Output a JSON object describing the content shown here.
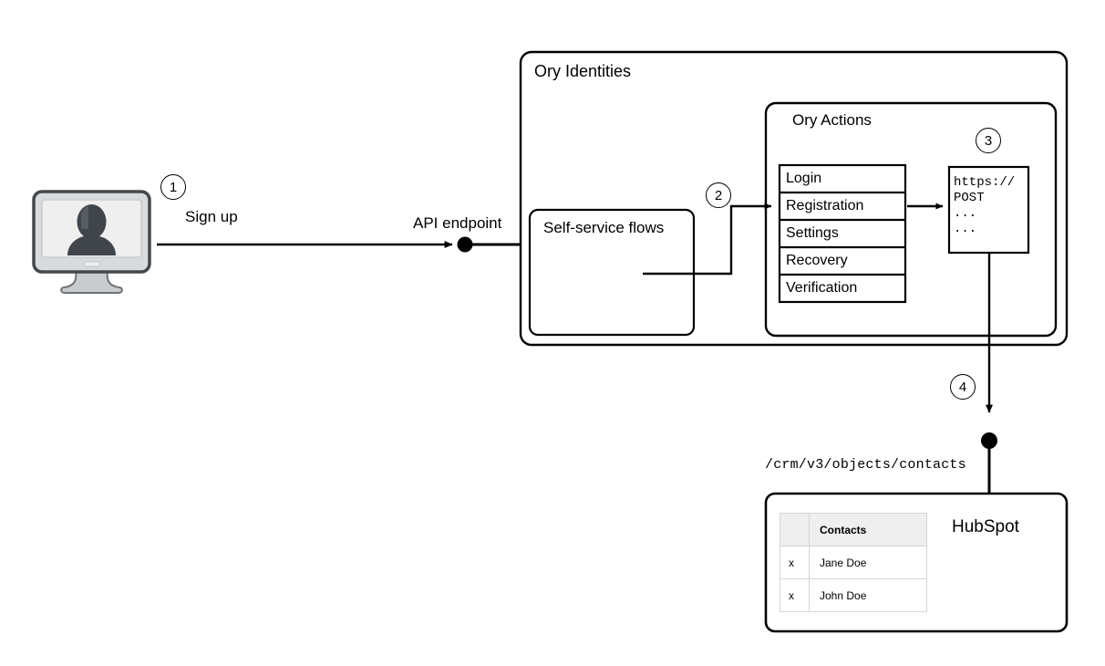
{
  "diagram": {
    "title_internal": "Ory Identities to HubSpot signup flow",
    "steps": {
      "one": "1",
      "two": "2",
      "three": "3",
      "four": "4"
    },
    "edges": {
      "sign_up": "Sign up",
      "api_endpoint": "API endpoint",
      "crm_path": "/crm/v3/objects/contacts"
    },
    "client": {
      "icon": "user-monitor-icon"
    },
    "ory_identities": {
      "label": "Ory Identities",
      "self_service_flows": {
        "label": "Self-service flows"
      },
      "ory_actions": {
        "label": "Ory Actions",
        "flow_list": [
          "Login",
          "Registration",
          "Settings",
          "Recovery",
          "Verification"
        ],
        "webhook_code": "https://\nPOST\n...\n..."
      }
    },
    "hubspot": {
      "label": "HubSpot",
      "table": {
        "headers": [
          "",
          "Contacts"
        ],
        "rows": [
          {
            "mark": "x",
            "name": "Jane Doe"
          },
          {
            "mark": "x",
            "name": "John Doe"
          }
        ]
      }
    },
    "colors": {
      "stroke": "#000000",
      "background": "#ffffff",
      "table_header_bg": "#efefef",
      "table_border": "#d4d4d4",
      "monitor_bezel": "#c9ccce",
      "monitor_screen": "#eeeeee",
      "monitor_outline": "#44484b",
      "avatar": "#3f454a"
    }
  }
}
